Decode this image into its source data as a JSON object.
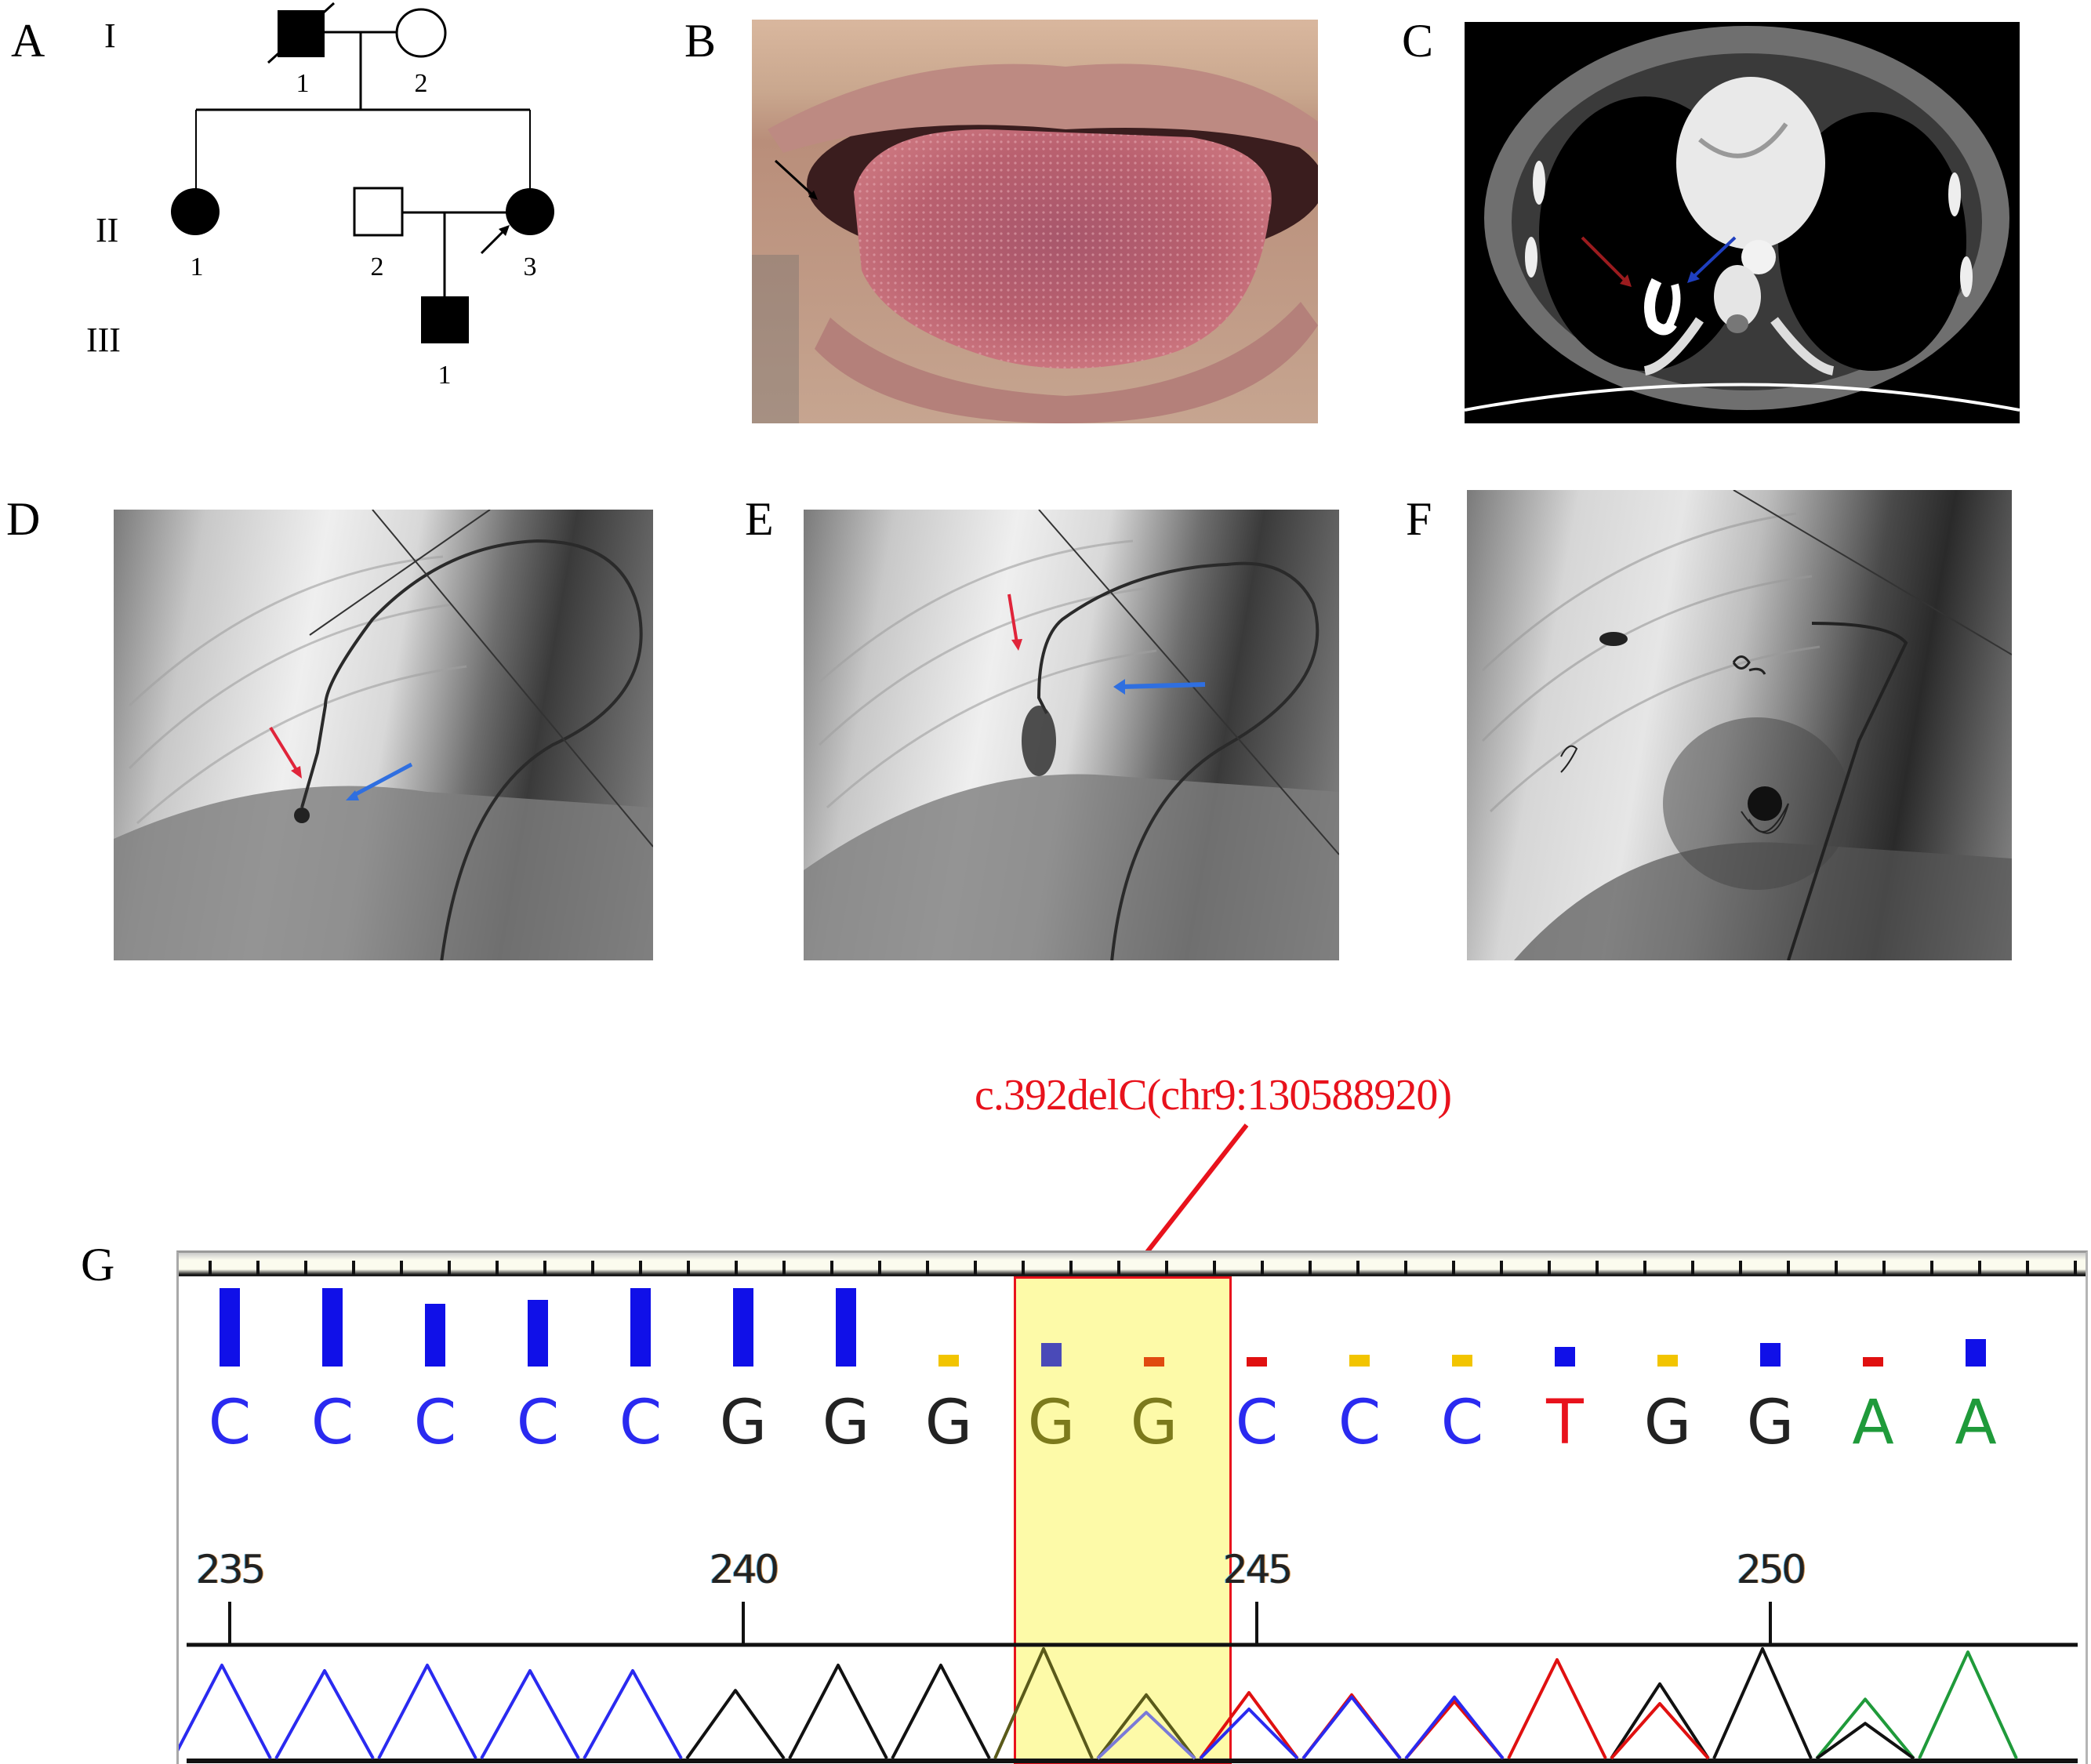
{
  "figure": {
    "panels": {
      "A": {
        "label": "A",
        "title": "Pedigree",
        "generations": [
          "I",
          "II",
          "III"
        ],
        "individuals": [
          {
            "gen": "I",
            "num": "1",
            "sex": "male",
            "affected": true,
            "deceased": true
          },
          {
            "gen": "I",
            "num": "2",
            "sex": "female",
            "affected": false,
            "deceased": false
          },
          {
            "gen": "II",
            "num": "1",
            "sex": "female",
            "affected": true,
            "deceased": false
          },
          {
            "gen": "II",
            "num": "2",
            "sex": "male",
            "affected": false,
            "deceased": false
          },
          {
            "gen": "II",
            "num": "3",
            "sex": "female",
            "affected": true,
            "proband": true
          },
          {
            "gen": "III",
            "num": "1",
            "sex": "male",
            "affected": true,
            "deceased": false
          }
        ]
      },
      "B": {
        "label": "B",
        "content": "Photograph of tongue with telangiectasia",
        "arrow_color": "#000000"
      },
      "C": {
        "label": "C",
        "content": "Axial chest CT angiography",
        "arrows": [
          {
            "color": "#9b1b1e"
          },
          {
            "color": "#1f3fbf"
          }
        ]
      },
      "D": {
        "label": "D",
        "content": "Pulmonary angiography",
        "arrows": [
          {
            "color": "#e0243a"
          },
          {
            "color": "#2f6fe0"
          }
        ]
      },
      "E": {
        "label": "E",
        "content": "Pulmonary angiography",
        "arrows": [
          {
            "color": "#e0243a"
          },
          {
            "color": "#2f6fe0"
          }
        ]
      },
      "F": {
        "label": "F",
        "content": "Post-embolization angiography with coils"
      },
      "G": {
        "label": "G",
        "mutation_label": "c.392delC(chr9:130588920)",
        "mutation_color": "#e8121c",
        "highlight_color": "#fdf9a6"
      }
    }
  },
  "chart_data": {
    "type": "sequence-chromatogram",
    "title": "c.392delC(chr9:130588920)",
    "bases": [
      "C",
      "C",
      "C",
      "C",
      "C",
      "G",
      "G",
      "G",
      "G",
      "G",
      "C",
      "C",
      "C",
      "T",
      "G",
      "G",
      "A",
      "A"
    ],
    "base_colors": {
      "C": "#2a2af0",
      "G": "#222222",
      "T": "#e8121c",
      "A": "#1f9a3a"
    },
    "quality_bars": [
      {
        "h": 100,
        "color": "#1010e8"
      },
      {
        "h": 100,
        "color": "#1010e8"
      },
      {
        "h": 80,
        "color": "#1010e8"
      },
      {
        "h": 85,
        "color": "#1010e8"
      },
      {
        "h": 100,
        "color": "#1010e8"
      },
      {
        "h": 100,
        "color": "#1010e8"
      },
      {
        "h": 100,
        "color": "#1010e8"
      },
      {
        "h": 15,
        "color": "#f2c400"
      },
      {
        "h": 30,
        "color": "#4a4ab8"
      },
      {
        "h": 12,
        "color": "#e04a10"
      },
      {
        "h": 12,
        "color": "#e01010"
      },
      {
        "h": 15,
        "color": "#f2c400"
      },
      {
        "h": 15,
        "color": "#f2c400"
      },
      {
        "h": 25,
        "color": "#1010e8"
      },
      {
        "h": 15,
        "color": "#f2c400"
      },
      {
        "h": 30,
        "color": "#1010e8"
      },
      {
        "h": 12,
        "color": "#e01010"
      },
      {
        "h": 35,
        "color": "#1010e8"
      }
    ],
    "position_ticks": [
      235,
      240,
      245,
      250
    ],
    "highlighted_range": {
      "start_index": 8,
      "end_index": 9,
      "note": "deletion site"
    },
    "peaks": [
      {
        "base": "C",
        "traces": [
          {
            "color": "#2a2af0",
            "h": 0.85
          }
        ]
      },
      {
        "base": "C",
        "traces": [
          {
            "color": "#2a2af0",
            "h": 0.8
          }
        ]
      },
      {
        "base": "C",
        "traces": [
          {
            "color": "#2a2af0",
            "h": 0.85
          }
        ]
      },
      {
        "base": "C",
        "traces": [
          {
            "color": "#2a2af0",
            "h": 0.8
          }
        ]
      },
      {
        "base": "C",
        "traces": [
          {
            "color": "#2a2af0",
            "h": 0.8
          }
        ]
      },
      {
        "base": "G",
        "traces": [
          {
            "color": "#111111",
            "h": 0.62
          }
        ]
      },
      {
        "base": "G",
        "traces": [
          {
            "color": "#111111",
            "h": 0.85
          }
        ]
      },
      {
        "base": "G",
        "traces": [
          {
            "color": "#111111",
            "h": 0.85
          }
        ]
      },
      {
        "base": "G",
        "traces": [
          {
            "color": "#111111",
            "h": 1.0
          }
        ]
      },
      {
        "base": "G",
        "traces": [
          {
            "color": "#111111",
            "h": 0.58
          },
          {
            "color": "#7a7ad8",
            "h": 0.42
          }
        ]
      },
      {
        "base": "C",
        "traces": [
          {
            "color": "#e01010",
            "h": 0.6
          },
          {
            "color": "#2a2af0",
            "h": 0.45
          }
        ]
      },
      {
        "base": "C",
        "traces": [
          {
            "color": "#e01010",
            "h": 0.58
          },
          {
            "color": "#2a2af0",
            "h": 0.56
          }
        ]
      },
      {
        "base": "C",
        "traces": [
          {
            "color": "#e01010",
            "h": 0.52
          },
          {
            "color": "#2a2af0",
            "h": 0.56
          }
        ]
      },
      {
        "base": "T",
        "traces": [
          {
            "color": "#e01010",
            "h": 0.9
          }
        ]
      },
      {
        "base": "G",
        "traces": [
          {
            "color": "#111111",
            "h": 0.68
          },
          {
            "color": "#e01010",
            "h": 0.5
          }
        ]
      },
      {
        "base": "G",
        "traces": [
          {
            "color": "#111111",
            "h": 1.0
          }
        ]
      },
      {
        "base": "A",
        "traces": [
          {
            "color": "#1f9a3a",
            "h": 0.54
          },
          {
            "color": "#111111",
            "h": 0.32
          }
        ]
      },
      {
        "base": "A",
        "traces": [
          {
            "color": "#1f9a3a",
            "h": 0.97
          }
        ]
      }
    ]
  }
}
